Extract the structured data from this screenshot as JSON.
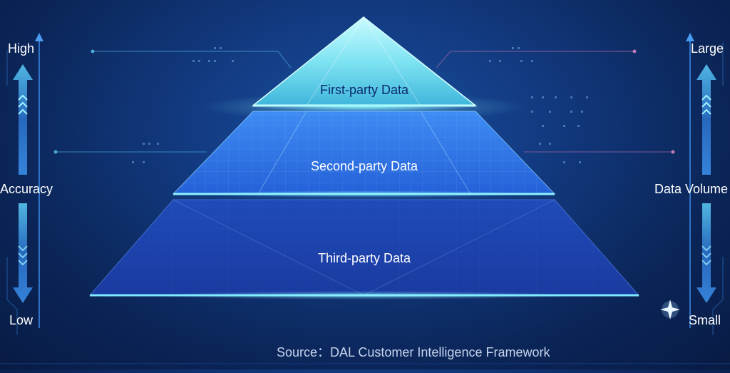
{
  "pyramid": {
    "tiers": [
      {
        "label": "First-party Data"
      },
      {
        "label": "Second-party Data"
      },
      {
        "label": "Third-party Data"
      }
    ]
  },
  "left_axis": {
    "top_label": "High",
    "middle_label": "Accuracy",
    "bottom_label": "Low"
  },
  "right_axis": {
    "top_label": "Large",
    "middle_label": "Data Volume",
    "bottom_label": "Small"
  },
  "source": "Source：DAL Customer Intelligence Framework",
  "colors": {
    "background": "#0b2558",
    "tier1_fill": "#7fe3f2",
    "tier2_fill": "#2f74e8",
    "tier3_fill": "#1b3fa8",
    "glow": "#5ff2ff",
    "tier1_text": "#0b2b6b"
  },
  "icons": [
    "sparkle-icon",
    "up-down-arrow-icon"
  ]
}
